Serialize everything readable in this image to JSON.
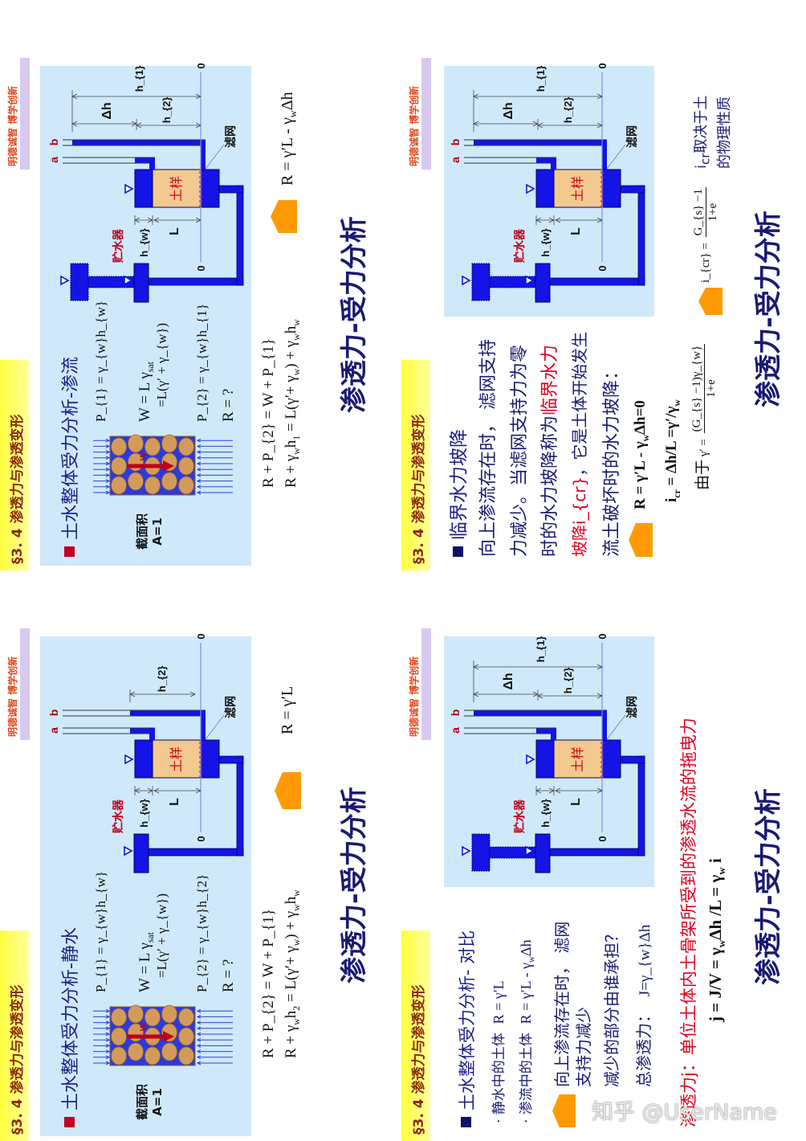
{
  "watermark": "知乎 @UserName",
  "colors": {
    "water": "#1414e6",
    "soil": "#f2c98e",
    "panel": "#cfe9fb",
    "accent_red": "#e00020",
    "title_navy": "#1a1a72",
    "bullet_orange": "#ff9a05",
    "header_yellow": "#ffff40"
  },
  "slides": [
    {
      "header": "§3. 4  渗透力与渗透变形",
      "motto": "明德诚智 博学创新",
      "heading": "土水整体受力分析-渗流",
      "area_line1": "截面积",
      "area_line2": "A=1",
      "soil_force": "W",
      "eq": {
        "p1": "P_{1} = γ_{w}h_{w}",
        "w1": "W = L γ_{sat}",
        "w2": "=L(γ′ + γ_{w})",
        "p2": "P_{2} = γ_{w}h_{1}",
        "r": "R = ?",
        "sum1": "R + P_{2} = W + P_{1}",
        "sum2": "R + γ_{w}h_{1} = L(γ′+ γ_{w}) + γ_{w}h_{w}",
        "result": "R = γ′L - γ_{w}Δh"
      },
      "diagram": {
        "a": "a",
        "b": "b",
        "h1": "h_{1}",
        "dh": "Δh",
        "h2": "h_{2}",
        "hw": "h_{w}",
        "L": "L",
        "zero": "0",
        "reservoir": "贮水器",
        "soil": "土样",
        "filter": "滤网"
      },
      "big_title": "渗透力-受力分析"
    },
    {
      "header": "§3. 4  渗透力与渗透变形",
      "motto": "明德诚智 博学创新",
      "heading": "临界水力坡降",
      "para": {
        "l1": "向上渗流存在时，  滤网支持",
        "l2": "力减少。当滤网支持力为零",
        "l3a": "时的水力坡降称为",
        "l3b": "临界水力",
        "l4a": "坡降i_{cr}",
        "l4b": "，它是土体开始发生",
        "l5": "流土破坏时的水力坡降："
      },
      "eq": {
        "r0": "R = γ′L - γ_{w}Δh=0",
        "icr": "i_{cr} = Δh/L =γ′/γ_{w}",
        "since": "由于",
        "gp": "γ′ =",
        "gp_num": "(G_{s} −1)γ_{w}",
        "gp_den": "1+e",
        "icr2": "i_{cr} =",
        "icr2_num": "G_{s} −1",
        "icr2_den": "1+e"
      },
      "note_l1": "i_{cr}取决于土",
      "note_l2": "的物理性质",
      "diagram": {
        "a": "a",
        "b": "b",
        "h1": "h_{1}",
        "dh": "Δh",
        "h2": "h_{2}",
        "hw": "h_{w}",
        "L": "L",
        "zero": "0",
        "reservoir": "贮水器",
        "soil": "土样",
        "filter": "滤网"
      },
      "big_title": "渗透力-受力分析"
    },
    {
      "header": "§3. 4  渗透力与渗透变形",
      "motto": "明德诚智 博学创新",
      "heading": "土水整体受力分析-静水",
      "area_line1": "截面积",
      "area_line2": "A=1",
      "soil_force": "W",
      "eq": {
        "p1": "P_{1} = γ_{w}h_{w}",
        "w1": "W = L γ_{sat}",
        "w2": "=L(γ′ + γ_{w})",
        "p2": "P_{2} = γ_{w}h_{2}",
        "r": "R = ?",
        "sum1": "R + P_{2} = W + P_{1}",
        "sum2": "R + γ_{w}h_{2} = L(γ′+ γ_{w}) + γ_{w}h_{w}",
        "result": "R = γ′L"
      },
      "diagram": {
        "a": "a",
        "b": "b",
        "h2": "h_{2}",
        "hw": "h_{w}",
        "L": "L",
        "zero": "0",
        "reservoir": "贮水器",
        "soil": "土样",
        "filter": "滤网"
      },
      "big_title": "渗透力-受力分析"
    },
    {
      "header": "§3. 4  渗透力与渗透变形",
      "motto": "明德诚智 博学创新",
      "heading": "土水整体受力分析- 对比",
      "bullets": [
        {
          "label": "静水中的土体",
          "formula": "R = γ′L"
        },
        {
          "label": "渗流中的土体",
          "formula": "R = γ′L - γ_{w}Δh"
        }
      ],
      "para": {
        "l1": "向上渗流存在时，  滤网",
        "l2": "支持力减少",
        "l3": "减少的部分由谁承担？",
        "l4": "总渗透力：",
        "l4f": "J=γ_{w}Δh"
      },
      "definition": "渗透力j：单位土体内土骨架所受到的渗透水流的拖曳力",
      "j_formula": "j = J/V = γ_{w}Δh /L = γ_{w} i",
      "diagram": {
        "a": "a",
        "b": "b",
        "h1": "h_{1}",
        "dh": "Δh",
        "h2": "h_{2}",
        "hw": "h_{w}",
        "L": "L",
        "zero": "0",
        "reservoir": "贮水器",
        "soil": "土样",
        "filter": "滤网"
      },
      "big_title": "渗透力-受力分析"
    }
  ]
}
